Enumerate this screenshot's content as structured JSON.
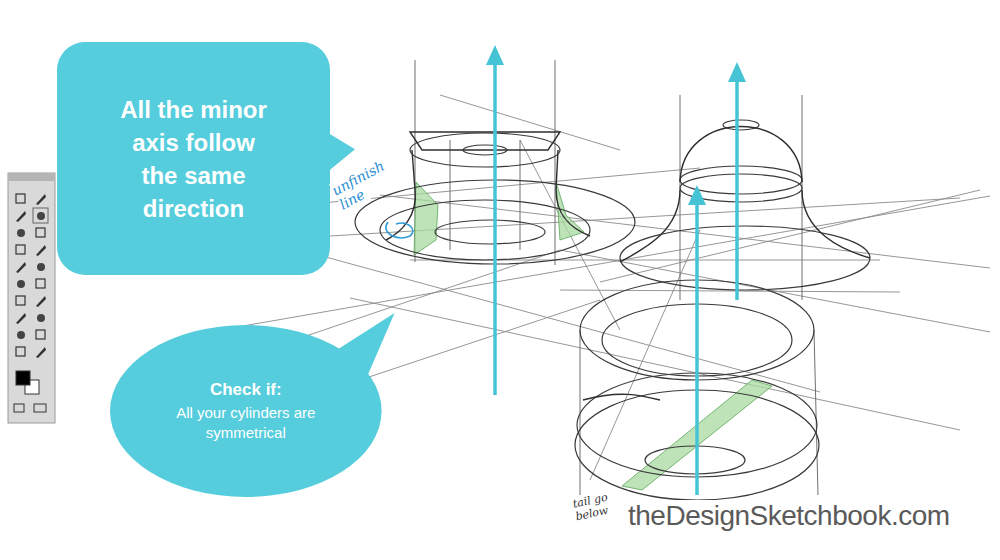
{
  "diagram": {
    "nodes": [
      {
        "text": [
          "All the minor axis follow the same direction"
        ]
      },
      {
        "text": [
          "Check if:",
          "All your cylinders are symmetrical"
        ]
      }
    ],
    "labels": [
      "unfinish line",
      "tail go below",
      "theDesignSketchbook.com"
    ]
  }
}
